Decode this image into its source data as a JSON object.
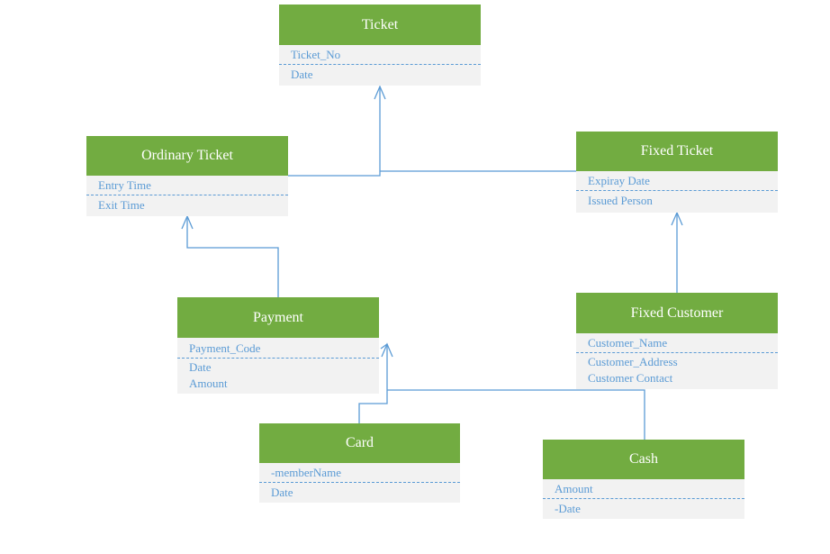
{
  "colors": {
    "header": "#72ac41",
    "header_text": "#ffffff",
    "body": "#f2f2f2",
    "attribute_text": "#5b9bd5",
    "connector": "#5b9bd5"
  },
  "classes": {
    "ticket": {
      "name": "Ticket",
      "attributes": [
        "Ticket_No",
        "Date"
      ]
    },
    "ordinary_ticket": {
      "name": "Ordinary Ticket",
      "attributes": [
        "Entry Time",
        "Exit Time"
      ]
    },
    "fixed_ticket": {
      "name": "Fixed Ticket",
      "attributes": [
        "Expiray Date",
        "Issued Person"
      ]
    },
    "payment": {
      "name": "Payment",
      "attributes": [
        "Payment_Code",
        "Date",
        "Amount"
      ]
    },
    "fixed_customer": {
      "name": "Fixed Customer",
      "attributes": [
        "Customer_Name",
        "Customer_Address",
        "Customer Contact"
      ]
    },
    "card": {
      "name": "Card",
      "attributes": [
        "-memberName",
        "Date"
      ]
    },
    "cash": {
      "name": "Cash",
      "attributes": [
        "Amount",
        "-Date"
      ]
    }
  },
  "relationships": [
    {
      "from": "Ordinary Ticket",
      "to": "Ticket",
      "type": "inheritance"
    },
    {
      "from": "Fixed Ticket",
      "to": "Ticket",
      "type": "inheritance"
    },
    {
      "from": "Payment",
      "to": "Ordinary Ticket",
      "type": "inheritance"
    },
    {
      "from": "Fixed Customer",
      "to": "Fixed Ticket",
      "type": "inheritance"
    },
    {
      "from": "Card",
      "to": "Payment",
      "type": "inheritance"
    },
    {
      "from": "Cash",
      "to": "Payment",
      "type": "inheritance"
    }
  ]
}
